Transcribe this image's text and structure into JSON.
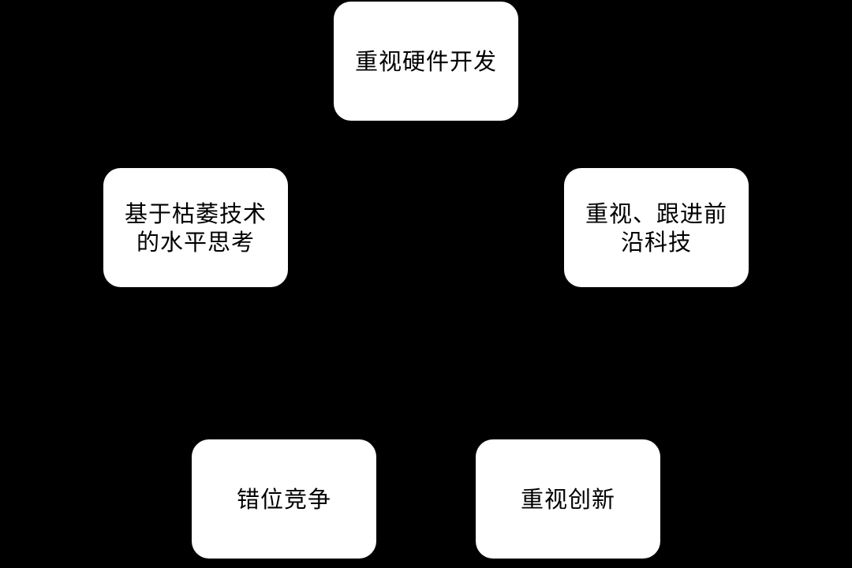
{
  "diagram": {
    "background_color": "#000000",
    "node_fill_color": "#ffffff",
    "text_color": "#000000",
    "nodes": {
      "top": "重视硬件开发",
      "left": "基于枯萎技术\n的水平思考",
      "right": "重视、跟进前\n沿科技",
      "bottom_left": "错位竞争",
      "bottom_right": "重视创新"
    }
  }
}
